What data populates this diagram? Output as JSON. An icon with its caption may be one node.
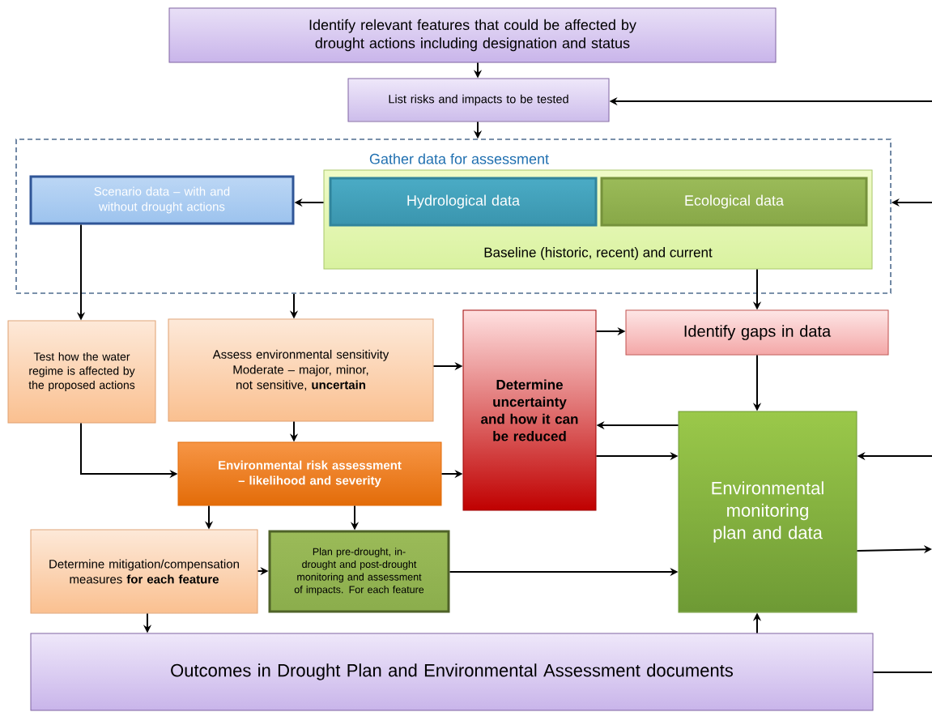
{
  "diagram": {
    "nodes": [
      {
        "text": [
          "Identify relevant features that could be affected by drought actions including designation and status"
        ]
      },
      {
        "text": [
          "List risks and impacts to be tested"
        ]
      },
      {
        "text": [
          "Gather data for assessment"
        ]
      },
      {
        "text": [
          "Scenario data – with and without drought actions"
        ],
        "in": 2
      },
      {
        "text": [
          "Baseline (historic, recent) and current"
        ],
        "in": 2
      },
      {
        "text": [
          "Hydrological data"
        ],
        "in": 4
      },
      {
        "text": [
          "Ecological data"
        ],
        "in": 4
      },
      {
        "text": [
          "Test how the water regime is affected by the proposed actions"
        ]
      },
      {
        "text": [
          "Assess environmental sensitivity",
          "Moderate – major, minor, not sensitive, **uncertain**"
        ]
      },
      {
        "text": [
          "Determine uncertainty and how it can be reduced"
        ]
      },
      {
        "text": [
          "Identify gaps in data"
        ]
      },
      {
        "text": [
          "Environmental risk assessment – likelihood and severity"
        ]
      },
      {
        "text": [
          "Environmental monitoring plan and data"
        ]
      },
      {
        "text": [
          "Determine mitigation/compensation measures **for each feature**"
        ]
      },
      {
        "text": [
          "Plan pre-drought, in-drought and post-drought monitoring and assessment of impacts. For each feature"
        ]
      },
      {
        "text": [
          "Outcomes in Drought Plan and Environmental Assessment documents"
        ]
      }
    ],
    "edges": [
      {
        "from": 0,
        "to": 1,
        "arrow": "to"
      },
      {
        "from": 1,
        "to": 2,
        "arrow": "to"
      },
      {
        "from": null,
        "to": 1,
        "arrow": "to"
      },
      {
        "from": 4,
        "to": 3,
        "arrow": "to"
      },
      {
        "from": null,
        "to": 2,
        "arrow": "to"
      },
      {
        "from": 3,
        "to": 7,
        "arrow": "to"
      },
      {
        "from": 2,
        "to": 8,
        "arrow": "to"
      },
      {
        "from": 4,
        "to": 10,
        "arrow": "to"
      },
      {
        "from": 8,
        "to": 9,
        "arrow": "to"
      },
      {
        "from": 7,
        "to": 11,
        "arrow": "to"
      },
      {
        "from": 8,
        "to": 11,
        "arrow": "to"
      },
      {
        "from": 11,
        "to": 9,
        "arrow": "to"
      },
      {
        "from": 9,
        "to": 10,
        "arrow": "to"
      },
      {
        "from": 10,
        "to": 12,
        "arrow": "to"
      },
      {
        "from": 12,
        "to": 9,
        "arrow": "to"
      },
      {
        "from": 9,
        "to": 12,
        "arrow": "to"
      },
      {
        "from": null,
        "to": 12,
        "arrow": "to"
      },
      {
        "from": 12,
        "to": null,
        "arrow": "to"
      },
      {
        "from": 11,
        "to": 13,
        "arrow": "to"
      },
      {
        "from": 11,
        "to": 14,
        "arrow": "to"
      },
      {
        "from": 13,
        "to": 14,
        "arrow": "to"
      },
      {
        "from": 14,
        "to": 12,
        "arrow": "to"
      },
      {
        "from": 13,
        "to": 15,
        "arrow": "to"
      },
      {
        "from": 15,
        "to": 12,
        "arrow": "to"
      },
      {
        "from": 15,
        "to": null,
        "arrow": "none"
      }
    ]
  }
}
